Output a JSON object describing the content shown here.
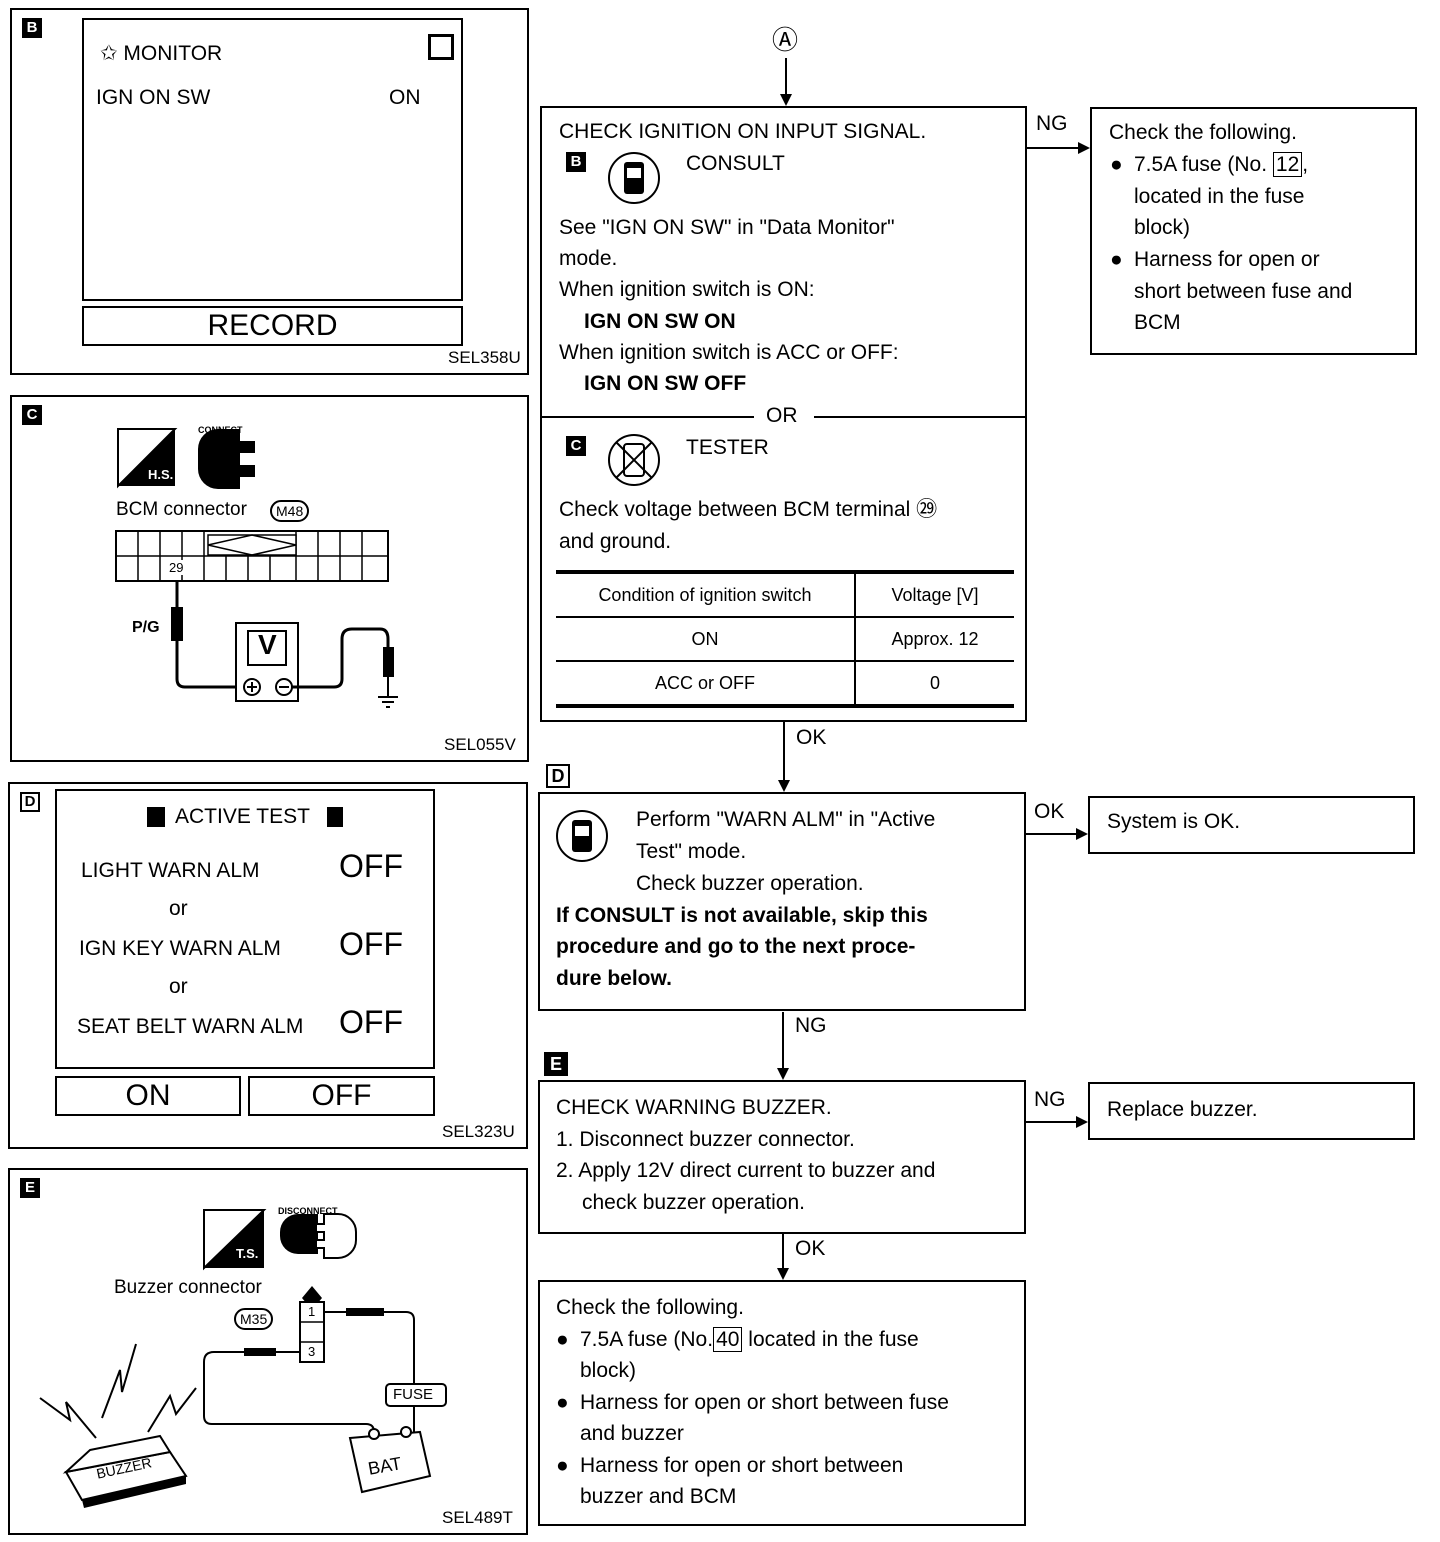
{
  "flow": {
    "start_marker": "Ⓐ",
    "step1": {
      "title": "CHECK IGNITION ON INPUT SIGNAL.",
      "tag": "B",
      "consult": "CONSULT",
      "line1": "See \"IGN ON SW\" in \"Data Monitor\"",
      "line2": "mode.",
      "line3": "When ignition switch is ON:",
      "line4": "IGN ON SW ON",
      "line5": "When ignition switch is ACC or OFF:",
      "line6": "IGN ON SW OFF",
      "or": "OR",
      "tag2": "C",
      "tester": "TESTER",
      "line7": "Check voltage between BCM terminal ㉙",
      "line8": "and ground.",
      "table": {
        "headers": [
          "Condition of ignition switch",
          "Voltage [V]"
        ],
        "rows": [
          [
            "ON",
            "Approx. 12"
          ],
          [
            "ACC or OFF",
            "0"
          ]
        ]
      }
    },
    "ng1": {
      "label": "NG",
      "title": "Check the following.",
      "b1a": "7.5A fuse (No.",
      "b1num": "12",
      "b1b": ",",
      "b1c": "located in the fuse",
      "b1d": "block)",
      "b2a": "Harness for open or",
      "b2b": "short between fuse and",
      "b2c": "BCM"
    },
    "ok1": "OK",
    "step2": {
      "tag": "D",
      "line1": "Perform \"WARN ALM\" in \"Active",
      "line2": "Test\" mode.",
      "line3": "Check buzzer operation.",
      "line4": "If CONSULT is not available, skip this",
      "line5": "procedure and go to the next proce-",
      "line6": "dure below."
    },
    "ok2": {
      "label": "OK",
      "text": "System is OK."
    },
    "ng2": "NG",
    "step3": {
      "tag": "E",
      "title": "CHECK WARNING BUZZER.",
      "line1": "1. Disconnect buzzer connector.",
      "line2": "2. Apply 12V direct current to buzzer and",
      "line3": "check buzzer operation."
    },
    "ng3": {
      "label": "NG",
      "text": "Replace buzzer."
    },
    "ok3": "OK",
    "final": {
      "title": "Check the following.",
      "b1a": "7.5A fuse (No.",
      "b1num": "40",
      "b1b": " located in the fuse",
      "b1c": "block)",
      "b2a": "Harness for open or short between fuse",
      "b2b": "and buzzer",
      "b3a": "Harness for open or short between",
      "b3b": "buzzer and BCM"
    }
  },
  "panels": {
    "b": {
      "tag": "B",
      "title": "✩ MONITOR",
      "item": "IGN ON SW",
      "value": "ON",
      "button": "RECORD",
      "code": "SEL358U"
    },
    "c": {
      "tag": "C",
      "hs": "H.S.",
      "connect": "CONNECT",
      "label": "BCM  connector",
      "conn_id": "M48",
      "pin": "29",
      "wire": "P/G",
      "meter": "V",
      "code": "SEL055V"
    },
    "d": {
      "tag": "D",
      "title": "ACTIVE TEST",
      "item1": "LIGHT WARN ALM",
      "val1": "OFF",
      "or1": "or",
      "item2": "IGN KEY WARN ALM",
      "val2": "OFF",
      "or2": "or",
      "item3": "SEAT BELT WARN ALM",
      "val3": "OFF",
      "btn_on": "ON",
      "btn_off": "OFF",
      "code": "SEL323U"
    },
    "e": {
      "tag": "E",
      "ts": "T.S.",
      "disconnect": "DISCONNECT",
      "label": "Buzzer connector",
      "conn_id": "M35",
      "pin1": "1",
      "pin3": "3",
      "fuse": "FUSE",
      "buzzer": "BUZZER",
      "bat": "BAT",
      "code": "SEL489T"
    }
  }
}
